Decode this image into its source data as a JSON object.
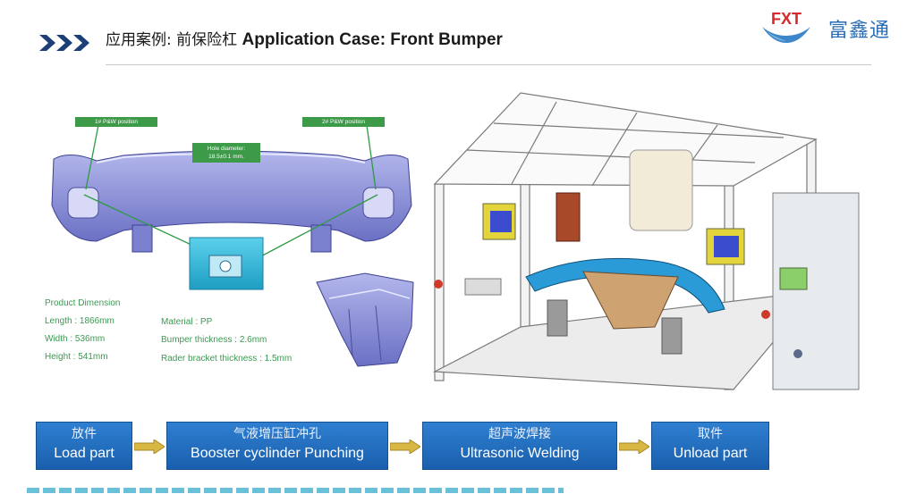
{
  "header": {
    "title_cn": "应用案例: 前保险杠",
    "title_en": "Application Case: Front Bumper",
    "icon": "triple-chevron-icon"
  },
  "logo": {
    "mark_text": "FXT",
    "company_name": "富鑫通",
    "color": "#2a6cb5"
  },
  "figure_left": {
    "tags": {
      "pw1": "1# P&W position",
      "pw2": "2# P&W position",
      "hole_l1": "Hole diameter:",
      "hole_l2": "18.5±0.1 mm."
    },
    "product_dimension": {
      "title": "Product Dimension",
      "length": "Length : 1866mm",
      "width": "Width  : 536mm",
      "height": "Height  : 541mm"
    },
    "material": {
      "material": "Material   : PP",
      "thickness": "Bumper thickness   :  2.6mm",
      "bracket": "Rader bracket thickness  :  1.5mm"
    }
  },
  "flow": [
    {
      "cn": "放件",
      "en": "Load part"
    },
    {
      "cn": "气液增压缸冲孔",
      "en": "Booster cyclinder Punching"
    },
    {
      "cn": "超声波焊接",
      "en": "Ultrasonic Welding"
    },
    {
      "cn": "取件",
      "en": "Unload part"
    }
  ],
  "colors": {
    "accent_green": "#3b9a52",
    "flow_blue": "#1f6cc0",
    "arrow_yellow": "#d8b843"
  }
}
